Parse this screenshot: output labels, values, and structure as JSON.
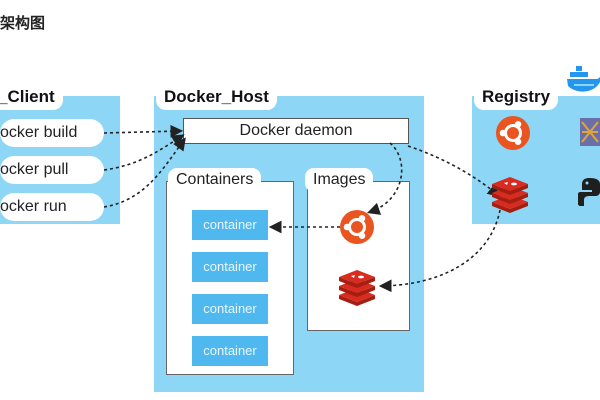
{
  "heading": "架构图",
  "client": {
    "title": "_Client",
    "commands": [
      "ocker build",
      "ocker pull",
      "ocker run"
    ]
  },
  "host": {
    "title": "Docker_Host",
    "daemon": "Docker daemon",
    "containers": {
      "title": "Containers",
      "items": [
        "container",
        "container",
        "container",
        "container"
      ]
    },
    "images": {
      "title": "Images"
    }
  },
  "registry": {
    "title": "Registry"
  },
  "colors": {
    "panel": "#8dd6f5",
    "container": "#4fb8ee",
    "ubuntu": "#e95420",
    "redis": "#d82c20",
    "arrow": "#222222"
  },
  "icons": [
    "ubuntu-icon",
    "redis-icon",
    "docker-whale-icon",
    "python-icon",
    "grid-app-icon"
  ]
}
